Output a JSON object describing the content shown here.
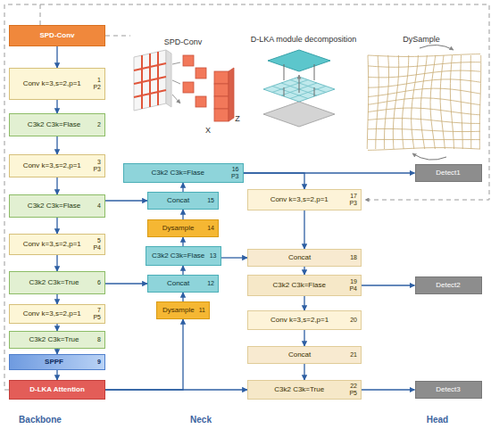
{
  "diagram": {
    "nodes": [
      {
        "text": [
          "SPD-Conv"
        ]
      },
      {
        "text": [
          "Conv k=3,s=2,p=1",
          "1",
          "P2"
        ]
      },
      {
        "text": [
          "C3k2 C3k=Flase",
          "2"
        ]
      },
      {
        "text": [
          "Conv k=3,s=2,p=1",
          "3",
          "P3"
        ]
      },
      {
        "text": [
          "C3k2 C3k=Flase",
          "4"
        ]
      },
      {
        "text": [
          "Conv k=3,s=2,p=1",
          "5",
          "P4"
        ]
      },
      {
        "text": [
          "C3k2 C3k=True",
          "6"
        ]
      },
      {
        "text": [
          "Conv k=3,s=2,p=1",
          "7",
          "P5"
        ]
      },
      {
        "text": [
          "C3k2 C3k=True",
          "8"
        ]
      },
      {
        "text": [
          "SPPF",
          "9"
        ]
      },
      {
        "text": [
          "D-LKA Attention"
        ]
      },
      {
        "text": [
          "Dysample",
          "11"
        ]
      },
      {
        "text": [
          "Concat",
          "12"
        ]
      },
      {
        "text": [
          "C3k2 C3k=Flase",
          "13"
        ]
      },
      {
        "text": [
          "Dysample",
          "14"
        ]
      },
      {
        "text": [
          "Concat",
          "15"
        ]
      },
      {
        "text": [
          "C3k2 C3k=Flase",
          "16",
          "P3"
        ]
      },
      {
        "text": [
          "Conv k=3,s=2,p=1",
          "17",
          "P3"
        ]
      },
      {
        "text": [
          "Concat",
          "18"
        ]
      },
      {
        "text": [
          "C3k2 C3k=Flase",
          "19",
          "P4"
        ]
      },
      {
        "text": [
          "Conv k=3,s=2,p=1",
          "20"
        ]
      },
      {
        "text": [
          "Concat",
          "21"
        ]
      },
      {
        "text": [
          "C3k2 C3k=True",
          "22",
          "P5"
        ]
      },
      {
        "text": [
          "Detect1"
        ]
      },
      {
        "text": [
          "Detect2"
        ]
      },
      {
        "text": [
          "Detect3"
        ]
      }
    ],
    "edges": [
      {
        "from": 0,
        "to": 1,
        "arrow": "to"
      },
      {
        "from": 1,
        "to": 2,
        "arrow": "to"
      },
      {
        "from": 2,
        "to": 3,
        "arrow": "to"
      },
      {
        "from": 3,
        "to": 4,
        "arrow": "to"
      },
      {
        "from": 4,
        "to": 5,
        "arrow": "to"
      },
      {
        "from": 5,
        "to": 6,
        "arrow": "to"
      },
      {
        "from": 6,
        "to": 7,
        "arrow": "to"
      },
      {
        "from": 7,
        "to": 8,
        "arrow": "to"
      },
      {
        "from": 8,
        "to": 9,
        "arrow": "to"
      },
      {
        "from": 9,
        "to": 10,
        "arrow": "to"
      },
      {
        "from": 10,
        "to": 11,
        "arrow": "to"
      },
      {
        "from": 10,
        "to": 22,
        "arrow": "to"
      },
      {
        "from": 11,
        "to": 12,
        "arrow": "to"
      },
      {
        "from": 6,
        "to": 12,
        "arrow": "to"
      },
      {
        "from": 12,
        "to": 13,
        "arrow": "to"
      },
      {
        "from": 13,
        "to": 14,
        "arrow": "to"
      },
      {
        "from": 14,
        "to": 15,
        "arrow": "to"
      },
      {
        "from": 4,
        "to": 15,
        "arrow": "to"
      },
      {
        "from": 15,
        "to": 16,
        "arrow": "to"
      },
      {
        "from": 16,
        "to": 23,
        "arrow": "to"
      },
      {
        "from": 16,
        "to": 17,
        "arrow": "to"
      },
      {
        "from": 17,
        "to": 18,
        "arrow": "to"
      },
      {
        "from": 13,
        "to": 18,
        "arrow": "to"
      },
      {
        "from": 18,
        "to": 19,
        "arrow": "to"
      },
      {
        "from": 19,
        "to": 24,
        "arrow": "to"
      },
      {
        "from": 19,
        "to": 20,
        "arrow": "to"
      },
      {
        "from": 20,
        "to": 21,
        "arrow": "to"
      },
      {
        "from": 21,
        "to": 22,
        "arrow": "to"
      },
      {
        "from": 22,
        "to": 25,
        "arrow": "to"
      }
    ],
    "labels": [
      "SPD-Conv",
      "X",
      "Z",
      "D-LKA module decomposition",
      "DySample",
      "Backbone",
      "Neck",
      "Head"
    ]
  }
}
